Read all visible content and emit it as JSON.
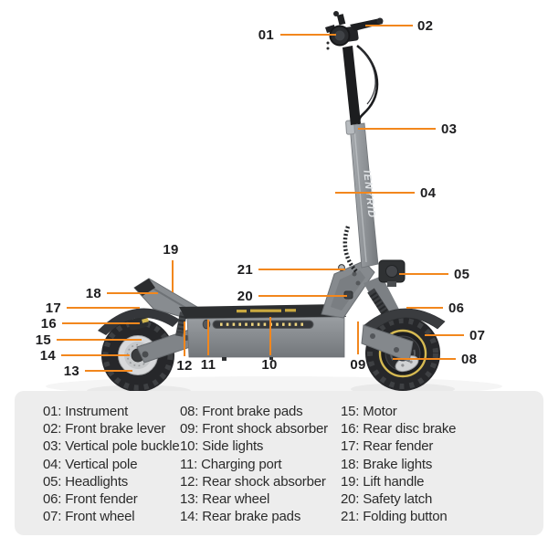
{
  "accent_color": "#F2871D",
  "callout_text_color": "#1D1D1F",
  "scooter": {
    "brand": "IENYRID"
  },
  "legend": {
    "bg_color": "#EDEDED",
    "text_color": "#2B2B2B",
    "items": [
      {
        "num": "01",
        "label": "Instrument"
      },
      {
        "num": "02",
        "label": "Front brake lever"
      },
      {
        "num": "03",
        "label": "Vertical pole buckle"
      },
      {
        "num": "04",
        "label": "Vertical pole"
      },
      {
        "num": "05",
        "label": "Headlights"
      },
      {
        "num": "06",
        "label": "Front fender"
      },
      {
        "num": "07",
        "label": "Front wheel"
      },
      {
        "num": "08",
        "label": "Front brake pads"
      },
      {
        "num": "09",
        "label": "Front shock absorber"
      },
      {
        "num": "10",
        "label": "Side lights"
      },
      {
        "num": "11",
        "label": "Charging port"
      },
      {
        "num": "12",
        "label": "Rear shock absorber"
      },
      {
        "num": "13",
        "label": "Rear wheel"
      },
      {
        "num": "14",
        "label": "Rear brake pads"
      },
      {
        "num": "15",
        "label": "Motor"
      },
      {
        "num": "16",
        "label": "Rear disc brake"
      },
      {
        "num": "17",
        "label": "Rear fender"
      },
      {
        "num": "18",
        "label": "Brake lights"
      },
      {
        "num": "19",
        "label": "Lift handle"
      },
      {
        "num": "20",
        "label": "Safety latch"
      },
      {
        "num": "21",
        "label": "Folding button"
      }
    ]
  },
  "callouts": [
    {
      "num": "01",
      "name": "instrument",
      "line": [
        307,
        38,
        368,
        38
      ],
      "text": [
        300,
        43
      ],
      "anchor": "end"
    },
    {
      "num": "02",
      "name": "front-brake-lever",
      "line": [
        400,
        28,
        452,
        28
      ],
      "text": [
        457,
        33
      ],
      "anchor": "start"
    },
    {
      "num": "03",
      "name": "vertical-pole-buckle",
      "line": [
        392,
        141,
        477,
        141
      ],
      "text": [
        483,
        146
      ],
      "anchor": "start"
    },
    {
      "num": "04",
      "name": "vertical-pole",
      "line": [
        367,
        211,
        454,
        211
      ],
      "text": [
        460,
        216
      ],
      "anchor": "start"
    },
    {
      "num": "05",
      "name": "headlights",
      "line": [
        437,
        300,
        491,
        300
      ],
      "text": [
        497,
        305
      ],
      "anchor": "start"
    },
    {
      "num": "06",
      "name": "front-fender",
      "line": [
        445,
        337,
        485,
        337
      ],
      "text": [
        491,
        342
      ],
      "anchor": "start"
    },
    {
      "num": "07",
      "name": "front-wheel",
      "line": [
        465,
        367,
        508,
        367
      ],
      "text": [
        514,
        372
      ],
      "anchor": "start"
    },
    {
      "num": "08",
      "name": "front-brake-pads",
      "line": [
        430,
        393,
        499,
        393
      ],
      "text": [
        505,
        398
      ],
      "anchor": "start"
    },
    {
      "num": "09",
      "name": "front-shock-absorber",
      "line": [
        392,
        352,
        392,
        388
      ],
      "text": [
        392,
        404
      ],
      "anchor": "middle"
    },
    {
      "num": "10",
      "name": "side-lights",
      "line": [
        296,
        347,
        296,
        389
      ],
      "text": [
        295,
        404
      ],
      "anchor": "middle"
    },
    {
      "num": "11",
      "name": "charging-port",
      "line": [
        228,
        350,
        228,
        389
      ],
      "text": [
        228,
        404
      ],
      "anchor": "middle"
    },
    {
      "num": "12",
      "name": "rear-shock-absorber",
      "line": [
        202,
        352,
        202,
        390
      ],
      "text": [
        202,
        405
      ],
      "anchor": "middle"
    },
    {
      "num": "13",
      "name": "rear-wheel",
      "line": [
        93,
        406,
        145,
        406
      ],
      "text": [
        87,
        411
      ],
      "anchor": "end"
    },
    {
      "num": "14",
      "name": "rear-brake-pads",
      "line": [
        67,
        389,
        142,
        389
      ],
      "text": [
        61,
        394
      ],
      "anchor": "end"
    },
    {
      "num": "15",
      "name": "motor",
      "line": [
        62,
        372,
        155,
        372
      ],
      "text": [
        56,
        377
      ],
      "anchor": "end"
    },
    {
      "num": "16",
      "name": "rear-disc-brake",
      "line": [
        68,
        354,
        153,
        354
      ],
      "text": [
        62,
        359
      ],
      "anchor": "end"
    },
    {
      "num": "17",
      "name": "rear-fender",
      "line": [
        73,
        337,
        153,
        337
      ],
      "text": [
        67,
        342
      ],
      "anchor": "end"
    },
    {
      "num": "18",
      "name": "brake-lights",
      "line": [
        117,
        321,
        173,
        321
      ],
      "text": [
        111,
        326
      ],
      "anchor": "end"
    },
    {
      "num": "19",
      "name": "lift-handle",
      "line": [
        189,
        285,
        189,
        320
      ],
      "text": [
        187,
        278
      ],
      "anchor": "middle"
    },
    {
      "num": "20",
      "name": "safety-latch",
      "line": [
        283,
        324,
        380,
        324
      ],
      "text": [
        277,
        329
      ],
      "anchor": "end"
    },
    {
      "num": "21",
      "name": "folding-button",
      "line": [
        283,
        295,
        378,
        295
      ],
      "text": [
        277,
        300
      ],
      "anchor": "end"
    }
  ]
}
